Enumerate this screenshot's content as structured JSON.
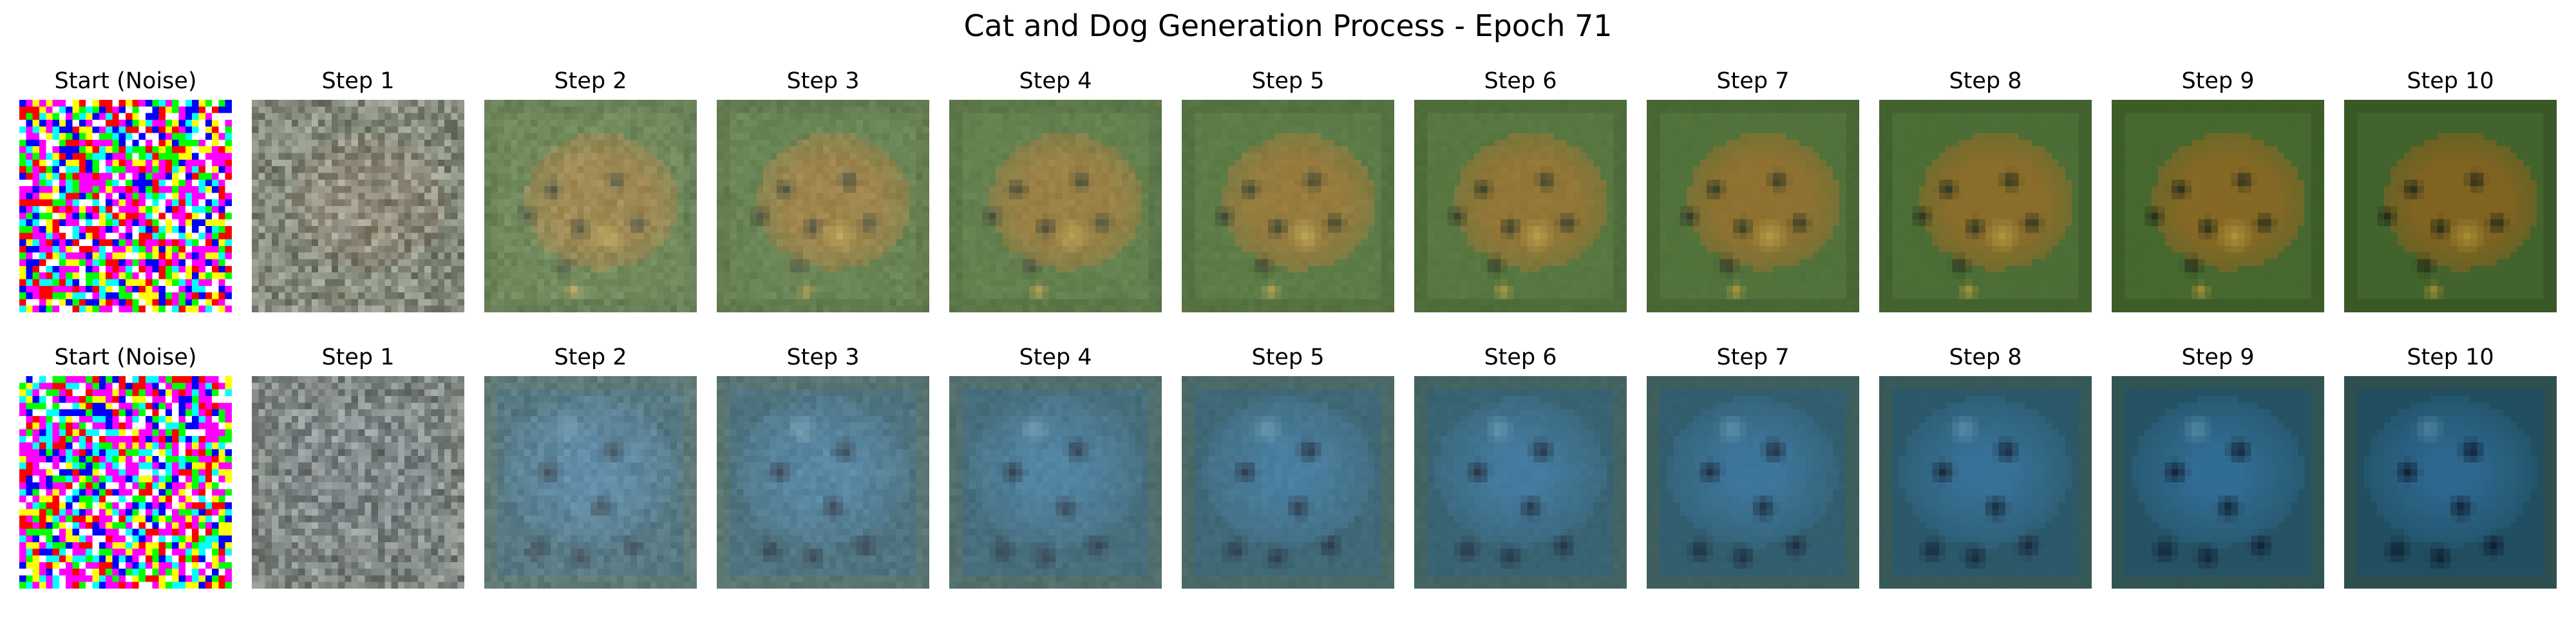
{
  "figure": {
    "title": "Cat and Dog Generation Process - Epoch 71"
  },
  "steps": [
    "Start (Noise)",
    "Step 1",
    "Step 2",
    "Step 3",
    "Step 4",
    "Step 5",
    "Step 6",
    "Step 7",
    "Step 8",
    "Step 9",
    "Step 10"
  ],
  "rows": [
    {
      "subject": "cat",
      "palette": {
        "border": "#4f7a33",
        "background": "#5c8a3c",
        "subject": "#b38a2e",
        "dark": "#2f3a1e",
        "highlight": "#e6c34a"
      }
    },
    {
      "subject": "dog",
      "palette": {
        "border": "#3f6e6e",
        "background": "#2e6d86",
        "subject": "#3f8fc4",
        "dark": "#152a44",
        "highlight": "#6fb6de"
      }
    }
  ],
  "colors": {
    "noise_gray": "#8a8a84"
  }
}
